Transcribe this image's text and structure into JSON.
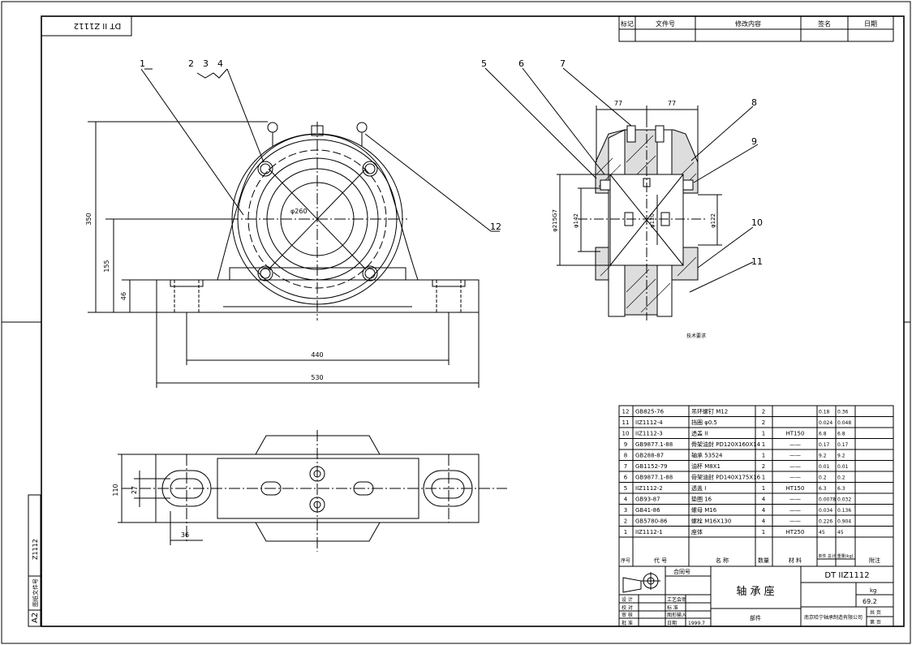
{
  "code_box": "DT II Z1112",
  "revision_header": [
    "标记",
    "文件号",
    "修改内容",
    "签名",
    "日期"
  ],
  "callouts": [
    "1",
    "2",
    "3",
    "4",
    "5",
    "6",
    "7",
    "8",
    "9",
    "10",
    "11",
    "12"
  ],
  "dims_front": {
    "height_total": "350",
    "height_center": "155",
    "height_base": "46",
    "width_bolt": "440",
    "width_total": "530",
    "dia": "φ260"
  },
  "dims_section": {
    "left": "77",
    "right": "77",
    "d1": "φ215G7",
    "d2": "φ142",
    "d3": "φ120",
    "d4": "φ122"
  },
  "dims_plan": {
    "w1": "110",
    "w2": "27",
    "w3": "36"
  },
  "note_label": "技术要求",
  "bom_rows": [
    {
      "no": "12",
      "code": "GB825-76",
      "name": "吊环螺钉  M12",
      "qty": "2",
      "mat": "",
      "w1": "0.18",
      "w2": "0.36"
    },
    {
      "no": "11",
      "code": "IIZ1112-4",
      "name": "挡圈  φ0.5",
      "qty": "2",
      "mat": "",
      "w1": "0.024",
      "w2": "0.048"
    },
    {
      "no": "10",
      "code": "IIZ1112-3",
      "name": "透盖 II",
      "qty": "1",
      "mat": "HT150",
      "w1": "6.8",
      "w2": "6.8"
    },
    {
      "no": "9",
      "code": "GB9877.1-88",
      "name": "骨架油封 PD120X160X14",
      "qty": "1",
      "mat": "——",
      "w1": "0.17",
      "w2": "0.17"
    },
    {
      "no": "8",
      "code": "GB288-87",
      "name": "轴承    53524",
      "qty": "1",
      "mat": "——",
      "w1": "9.2",
      "w2": "9.2"
    },
    {
      "no": "7",
      "code": "GB1152-79",
      "name": "油杯    M8X1",
      "qty": "2",
      "mat": "——",
      "w1": "0.01",
      "w2": "0.01"
    },
    {
      "no": "6",
      "code": "GB9877.1-88",
      "name": "骨架油封 PD140X175X16",
      "qty": "1",
      "mat": "——",
      "w1": "0.2",
      "w2": "0.2"
    },
    {
      "no": "5",
      "code": "IIZ1112-2",
      "name": "透盖 I",
      "qty": "1",
      "mat": "HT150",
      "w1": "6.3",
      "w2": "6.3"
    },
    {
      "no": "4",
      "code": "GB93-87",
      "name": "垫圈    16",
      "qty": "4",
      "mat": "——",
      "w1": "0.0078",
      "w2": "0.032"
    },
    {
      "no": "3",
      "code": "GB41-86",
      "name": "螺母    M16",
      "qty": "4",
      "mat": "——",
      "w1": "0.034",
      "w2": "0.136"
    },
    {
      "no": "2",
      "code": "GB5780-86",
      "name": "螺栓    M16X130",
      "qty": "4",
      "mat": "——",
      "w1": "0.226",
      "w2": "0.904"
    },
    {
      "no": "1",
      "code": "IIZ1112-1",
      "name": "座体",
      "qty": "1",
      "mat": "HT250",
      "w1": "45",
      "w2": "45"
    }
  ],
  "bom_header": {
    "no": "序号",
    "code": "代    号",
    "name": "名        称",
    "qty": "数量",
    "mat": "材    料",
    "weight": "单件 总计 重量(kg)",
    "note": "附注"
  },
  "title_block": {
    "contract": "合同号",
    "title": "轴 承 座",
    "code": "DT IIZ1112",
    "weight_label": "kg",
    "weight": "69.2",
    "component": "部件",
    "company": "南京哈宁轴承制造有限公司",
    "sheets_total": "共    页",
    "sheet_no": "第    页",
    "roles": [
      "设  计",
      "校  对",
      "审  核",
      "批  准"
    ],
    "roles2": [
      "工艺会审",
      "标  准",
      "图形输入",
      "日期"
    ],
    "date": "1999.7"
  },
  "left_strip": {
    "a2": "A2",
    "ledger": "图纸文件号",
    "num": "Z1112"
  }
}
